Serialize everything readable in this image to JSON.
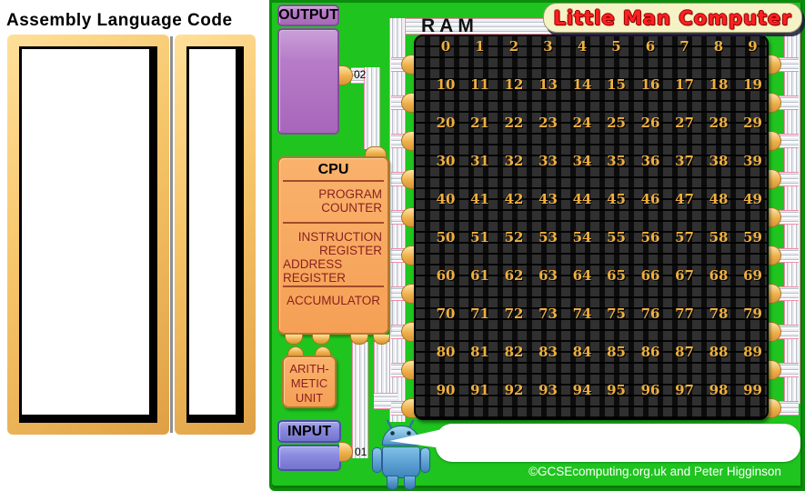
{
  "left_panel": {
    "title": "Assembly Language Code"
  },
  "banner": {
    "text": "Little Man Computer",
    "text_color": "#ff2020",
    "bg_color": "#f5f2c6"
  },
  "output": {
    "label": "OUTPUT",
    "port_label": "02"
  },
  "input": {
    "label": "INPUT",
    "port_label": "01"
  },
  "cpu": {
    "title": "CPU",
    "program_counter": "PROGRAM COUNTER",
    "instruction_register": "INSTRUCTION REGISTER",
    "address_register": "ADDRESS REGISTER",
    "accumulator": "ACCUMULATOR"
  },
  "alu": {
    "lines": [
      "ARITH-",
      "METIC",
      "UNIT"
    ]
  },
  "ram": {
    "label": "RAM",
    "side_ports_per_side": 10,
    "cell_color": "#efb040",
    "cells": [
      0,
      1,
      2,
      3,
      4,
      5,
      6,
      7,
      8,
      9,
      10,
      11,
      12,
      13,
      14,
      15,
      16,
      17,
      18,
      19,
      20,
      21,
      22,
      23,
      24,
      25,
      26,
      27,
      28,
      29,
      30,
      31,
      32,
      33,
      34,
      35,
      36,
      37,
      38,
      39,
      40,
      41,
      42,
      43,
      44,
      45,
      46,
      47,
      48,
      49,
      50,
      51,
      52,
      53,
      54,
      55,
      56,
      57,
      58,
      59,
      60,
      61,
      62,
      63,
      64,
      65,
      66,
      67,
      68,
      69,
      70,
      71,
      72,
      73,
      74,
      75,
      76,
      77,
      78,
      79,
      80,
      81,
      82,
      83,
      84,
      85,
      86,
      87,
      88,
      89,
      90,
      91,
      92,
      93,
      94,
      95,
      96,
      97,
      98,
      99
    ]
  },
  "speech_bubble": {
    "text": ""
  },
  "footer": {
    "credit": "©GCSEcomputing.org.uk and Peter Higginson"
  },
  "colors": {
    "board_green": "#1fc41f",
    "board_border": "#0c8c0c",
    "output_purple": "#b77cc8",
    "input_blue": "#8a8adf",
    "cpu_orange": "#f5a055",
    "register_text": "#8b1f1f",
    "ram_digit_gold": "#efb040",
    "frame_tan": "#f6c468",
    "wire_pink": "#ef8ca8"
  }
}
